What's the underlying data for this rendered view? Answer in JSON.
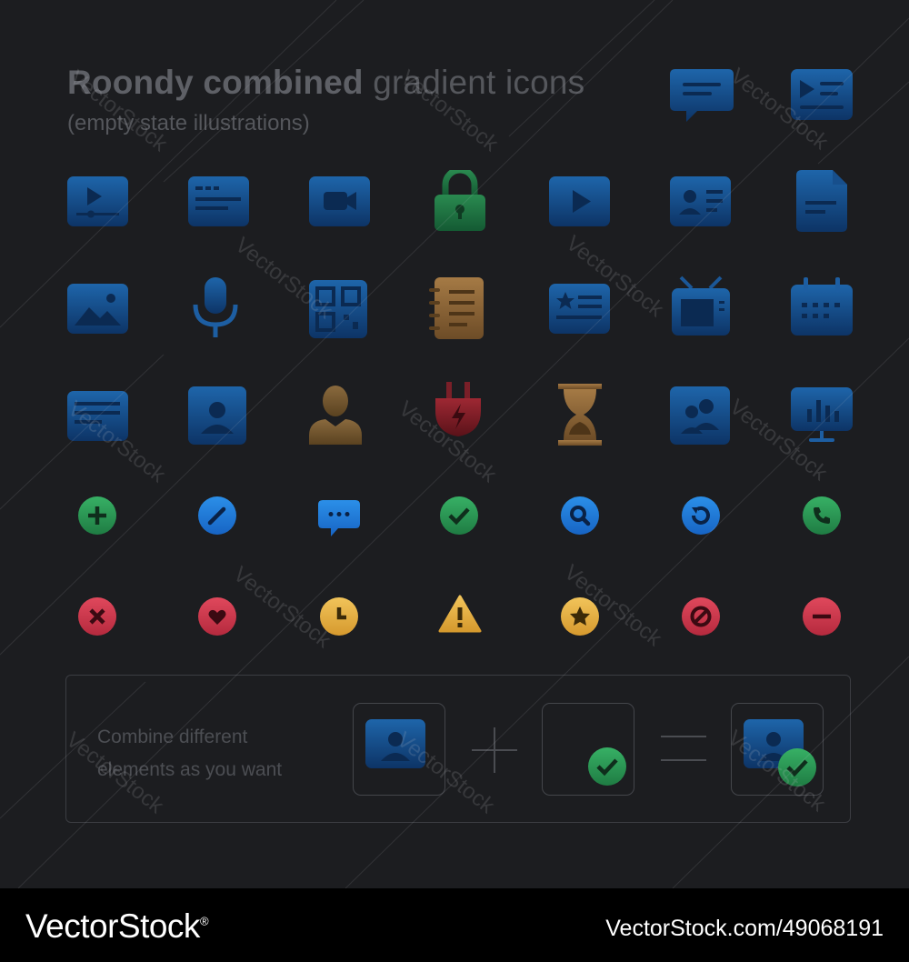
{
  "header": {
    "title_bold": "Roondy combined",
    "title_light": " gradient icons",
    "subtitle": "(empty state illustrations)"
  },
  "colors": {
    "blue_top": "#1d62a6",
    "blue_bottom": "#0d3466",
    "green": "#2f9e57",
    "red": "#d33a4e",
    "gold": "#e8b64a",
    "background": "#1c1d20"
  },
  "icon_grid": [
    [
      "video-player-icon",
      "text-card-icon",
      "video-camera-icon",
      "padlock-icon",
      "play-button-icon",
      "id-card-icon",
      "document-icon"
    ],
    [
      "image-icon",
      "microphone-icon",
      "qr-code-icon",
      "notebook-icon",
      "featured-list-icon",
      "tv-icon",
      "calendar-icon"
    ],
    [
      "document-list-icon",
      "user-profile-icon",
      "person-icon",
      "plug-icon",
      "hourglass-icon",
      "users-icon",
      "monitor-chart-icon"
    ],
    [
      "plus-badge-icon",
      "pencil-badge-icon",
      "chat-badge-icon",
      "check-badge-icon",
      "search-badge-icon",
      "refresh-badge-icon",
      "phone-badge-icon"
    ],
    [
      "close-badge-icon",
      "heart-badge-icon",
      "clock-badge-icon",
      "warning-badge-icon",
      "star-badge-icon",
      "block-badge-icon",
      "minus-badge-icon"
    ]
  ],
  "top_icons": [
    "chat-bubble-icon",
    "presentation-icon"
  ],
  "combine": {
    "text_line1": "Combine  different",
    "text_line2": "elements as you want"
  },
  "watermark": "VectorStock",
  "footer": {
    "logo": "VectorStock",
    "logo_mark": "®",
    "url": "VectorStock.com/49068191"
  }
}
